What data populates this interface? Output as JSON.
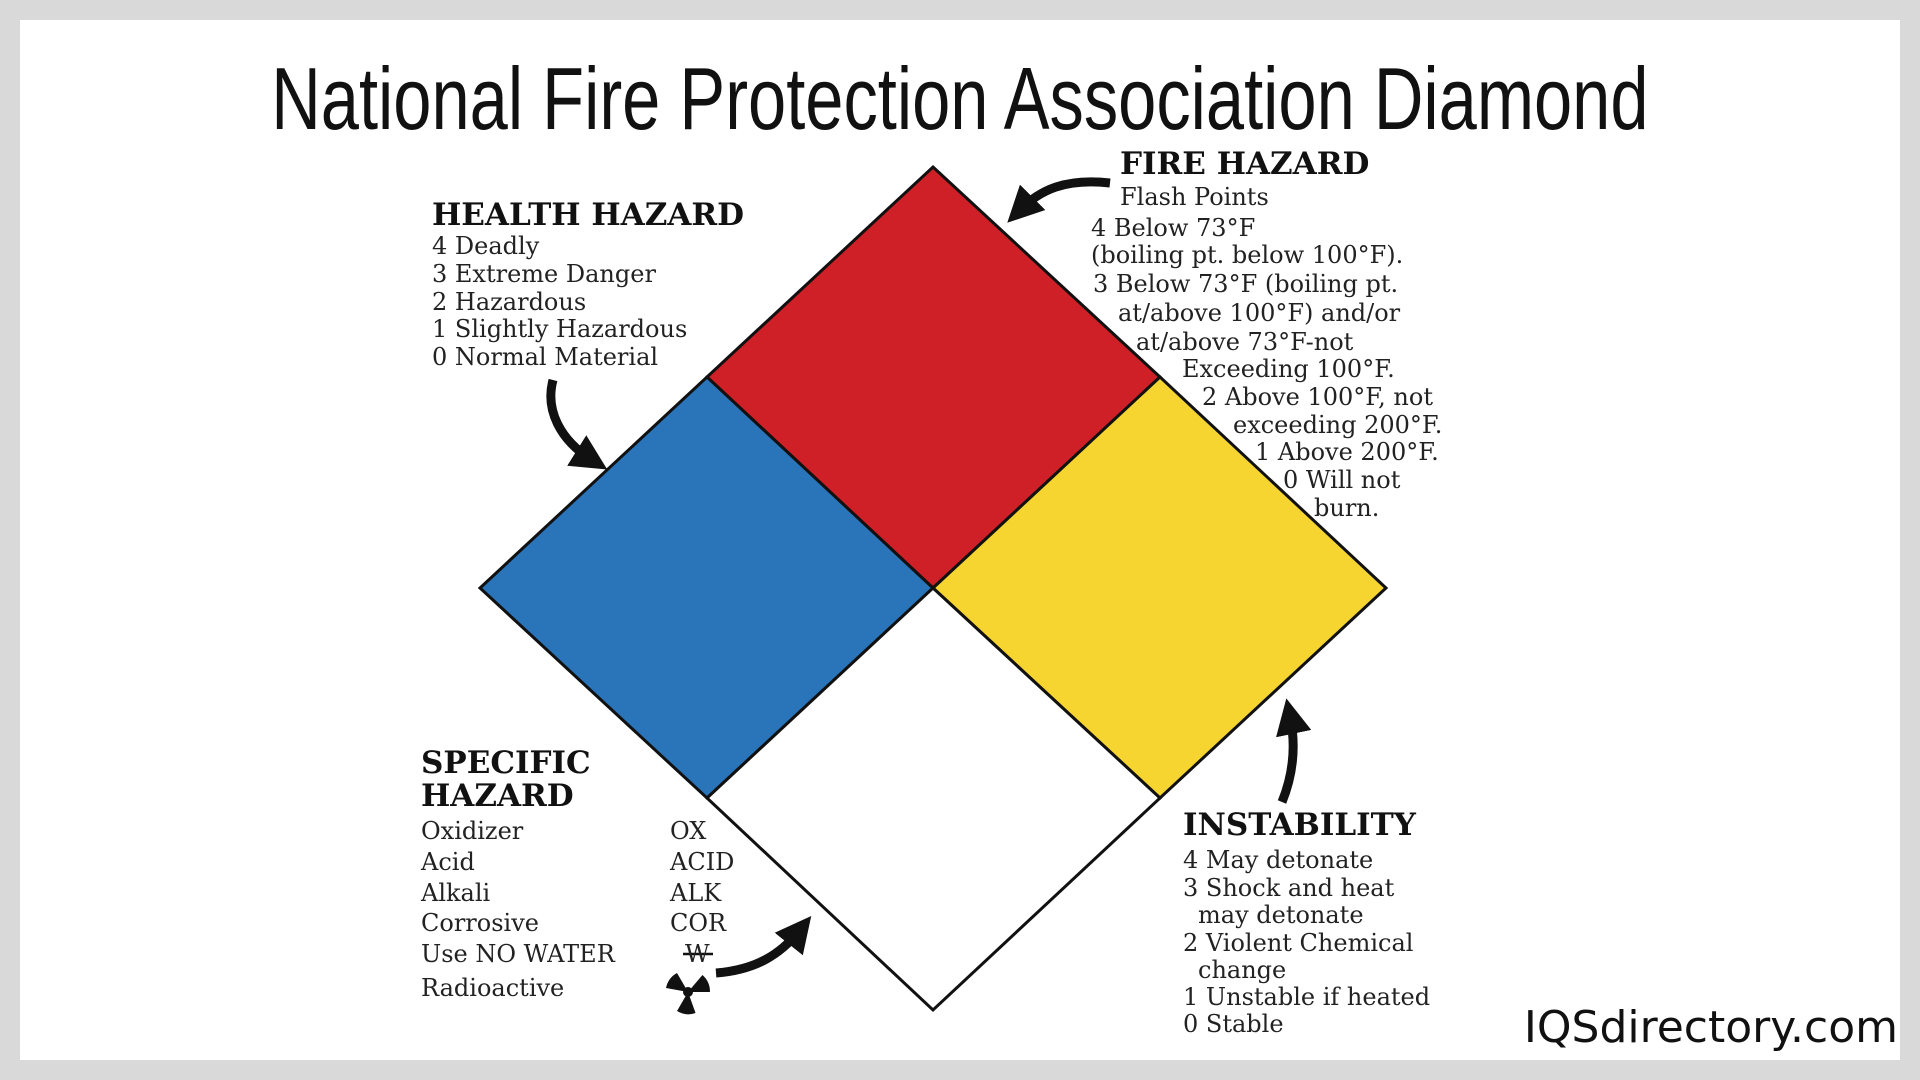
{
  "title": "National Fire Protection Association Diamond",
  "colors": {
    "health": "#2a75ba",
    "fire": "#cf2027",
    "instability": "#f6d531",
    "specific": "#ffffff"
  },
  "health": {
    "heading": "HEALTH HAZARD",
    "lines": [
      "4 Deadly",
      "3 Extreme Danger",
      "2 Hazardous",
      "1 Slightly Hazardous",
      "0 Normal Material"
    ]
  },
  "fire": {
    "heading": "FIRE HAZARD",
    "lines": [
      "Flash Points",
      "4 Below 73°F",
      "(boiling pt. below 100°F).",
      "3 Below 73°F (boiling pt.",
      "at/above 100°F) and/or",
      "at/above 73°F-not",
      "Exceeding 100°F.",
      "2 Above 100°F, not",
      "exceeding 200°F.",
      "1 Above 200°F.",
      "0 Will not",
      "burn."
    ]
  },
  "specific": {
    "heading_1": "SPECIFIC",
    "heading_2": "HAZARD",
    "items": [
      {
        "name": "Oxidizer",
        "code": "OX"
      },
      {
        "name": "Acid",
        "code": "ACID"
      },
      {
        "name": "Alkali",
        "code": "ALK"
      },
      {
        "name": "Corrosive",
        "code": "COR"
      },
      {
        "name": "Use NO WATER",
        "code": "W"
      },
      {
        "name": "Radioactive",
        "icon": "radioactive-icon"
      }
    ]
  },
  "instability": {
    "heading": "INSTABILITY",
    "lines": [
      "4 May detonate",
      "3 Shock and heat",
      "may detonate",
      "2 Violent Chemical",
      "change",
      "1 Unstable if heated",
      "0 Stable"
    ]
  },
  "brand": "IQSdirectory.com"
}
